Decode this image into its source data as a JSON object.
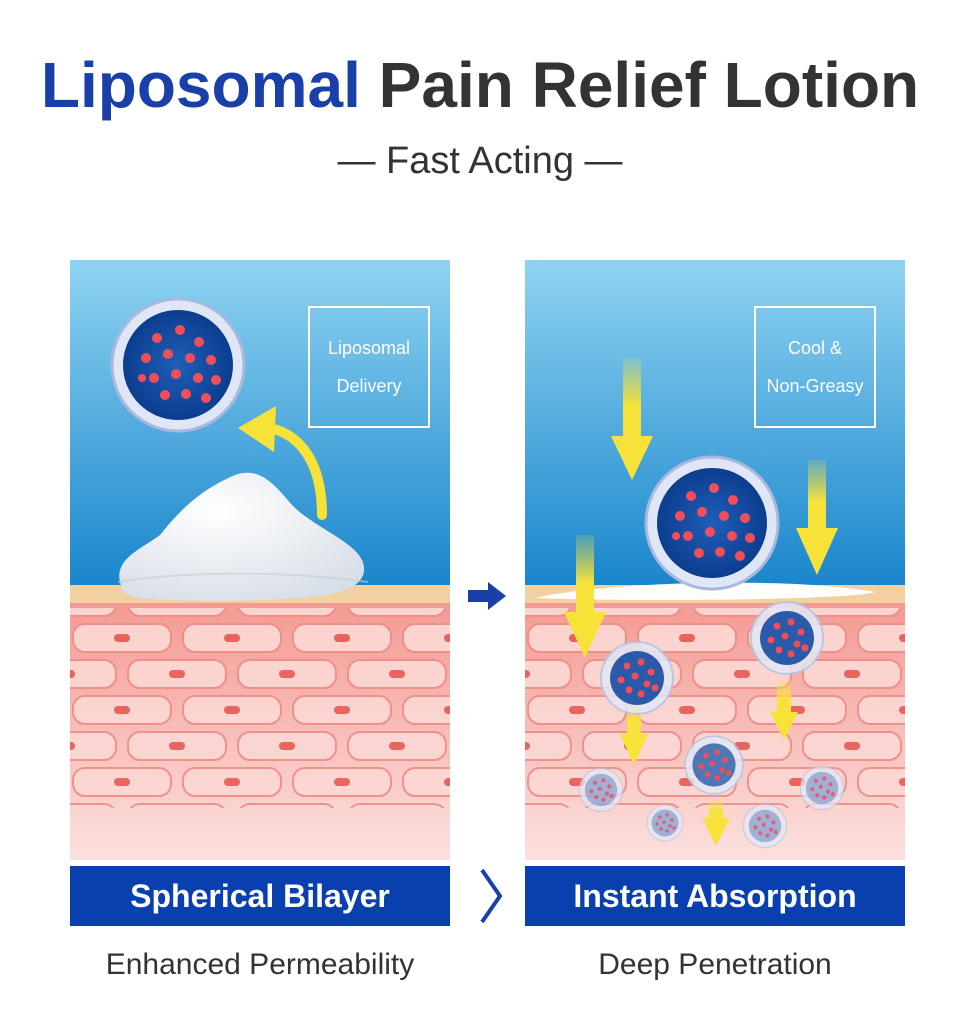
{
  "header": {
    "title_accent": "Liposomal",
    "title_rest": "Pain Relief Lotion",
    "subtitle": "— Fast Acting —"
  },
  "left_panel": {
    "label_lines": [
      "Liposomal",
      "Delivery"
    ],
    "banner": "Spherical Bilayer",
    "caption": "Enhanced Permeability"
  },
  "right_panel": {
    "label_lines": [
      "Cool &",
      "Non-Greasy"
    ],
    "banner": "Instant Absorption",
    "caption": "Deep Penetration"
  },
  "colors": {
    "brand_blue": "#1840a8",
    "banner_blue": "#0a3fb0",
    "sky_top": "#8fd3f2",
    "sky_bottom": "#1e8fd0",
    "skin": "#f3a5a0",
    "arrow_yellow": "#f7e23a"
  },
  "icons": [
    "liposome-icon",
    "cream-icon",
    "curved-arrow-icon",
    "down-arrow-icon",
    "right-arrow-icon",
    "chevron-right-icon"
  ]
}
